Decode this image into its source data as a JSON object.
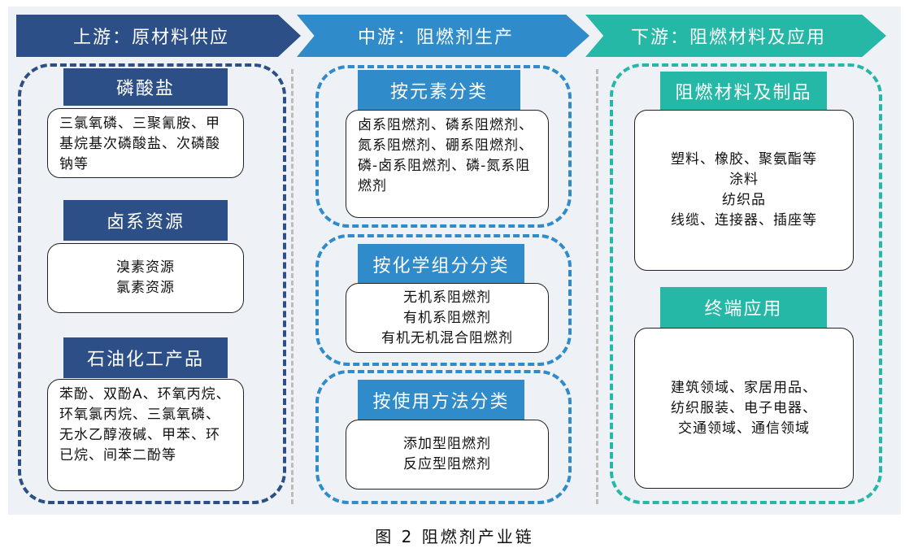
{
  "stages": {
    "upstream": "上游：原材料供应",
    "midstream": "中游：阻燃剂生产",
    "downstream": "下游：阻燃材料及应用"
  },
  "upstream": {
    "phosphate": {
      "title": "磷酸盐",
      "text": "三氯氧磷、三聚氰胺、甲基烷基次磷酸盐、次磷酸钠等"
    },
    "halogen": {
      "title": "卤系资源",
      "lines": [
        "溴素资源",
        "氯素资源"
      ]
    },
    "petro": {
      "title": "石油化工产品",
      "text": "苯酚、双酚A、环氧丙烷、环氧氯丙烷、三氯氧磷、无水乙醇液碱、甲苯、环已烷、间苯二酚等"
    }
  },
  "midstream": {
    "by_element": {
      "title": "按元素分类",
      "text": "卤系阻燃剂、磷系阻燃剂、氮系阻燃剂、硼系阻燃剂、磷-卤系阻燃剂、磷-氮系阻燃剂"
    },
    "by_chem": {
      "title": "按化学组分分类",
      "lines": [
        "无机系阻燃剂",
        "有机系阻燃剂",
        "有机无机混合阻燃剂"
      ]
    },
    "by_method": {
      "title": "按使用方法分类",
      "lines": [
        "添加型阻燃剂",
        "反应型阻燃剂"
      ]
    }
  },
  "downstream": {
    "materials": {
      "title": "阻燃材料及制品",
      "lines": [
        "塑料、橡胶、聚氨酯等",
        "涂料",
        "纺织品",
        "线缆、连接器、插座等"
      ]
    },
    "terminal": {
      "title": "终端应用",
      "lines": [
        "建筑领域、家居用品、",
        "纺织服装、电子电器、",
        "交通领域、通信领域"
      ]
    }
  },
  "caption": "图 2  阻燃剂产业链",
  "colors": {
    "upstream": "#2b4f86",
    "midstream": "#2f8bc9",
    "downstream": "#26b8a6"
  }
}
